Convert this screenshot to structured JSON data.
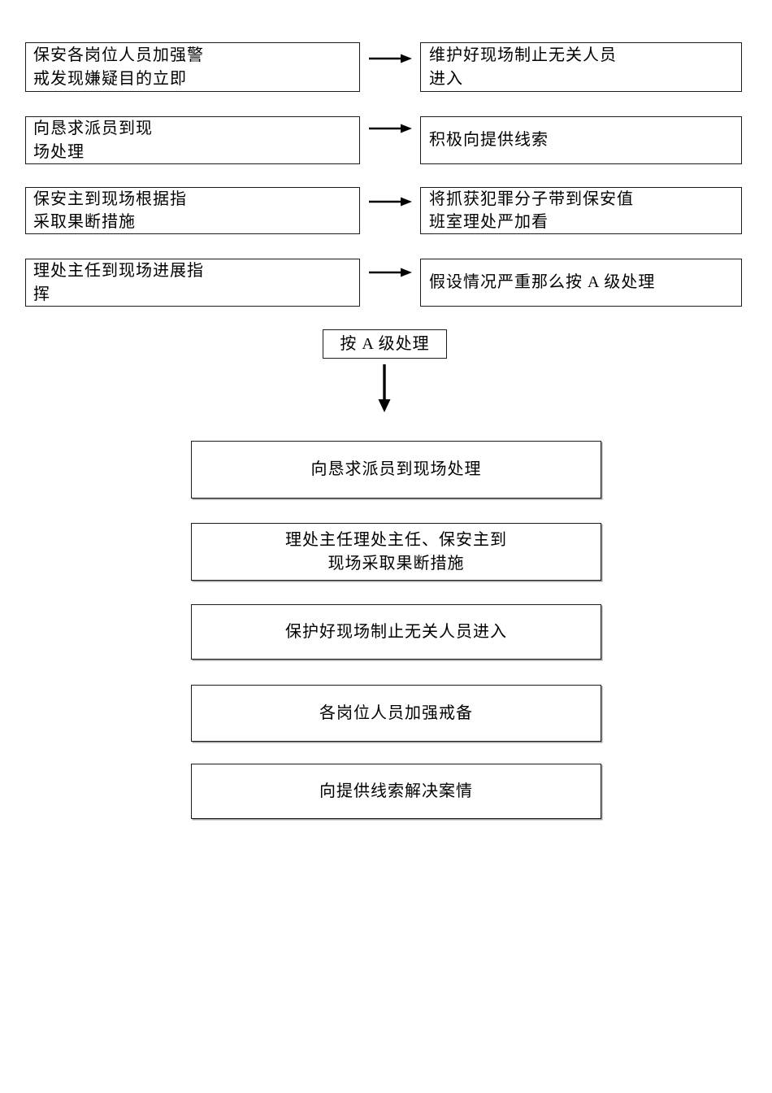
{
  "flowchart": {
    "rows": [
      {
        "left": "保安各岗位人员加强警\n戒发现嫌疑目的立即",
        "right": "维护好现场制止无关人员\n进入"
      },
      {
        "left": "向恳求派员到现\n场处理",
        "right": "积极向提供线索"
      },
      {
        "left": "保安主到现场根据指\n采取果断措施",
        "right": "将抓获犯罪分子带到保安值\n班室理处严加看"
      },
      {
        "left": "理处主任到现场进展指\n挥",
        "right": "假设情况严重那么按 A 级处理"
      }
    ],
    "level_label": "按 A 级处理",
    "steps": [
      "向恳求派员到现场处理",
      "理处主任理处主任、保安主到\n现场采取果断措施",
      "保护好现场制止无关人员进入",
      "各岗位人员加强戒备",
      "向提供线索解决案情"
    ],
    "colors": {
      "background": "#ffffff",
      "border": "#1c1c1c",
      "text": "#000000",
      "arrow": "#000000",
      "step_shadow": "#999999"
    }
  }
}
